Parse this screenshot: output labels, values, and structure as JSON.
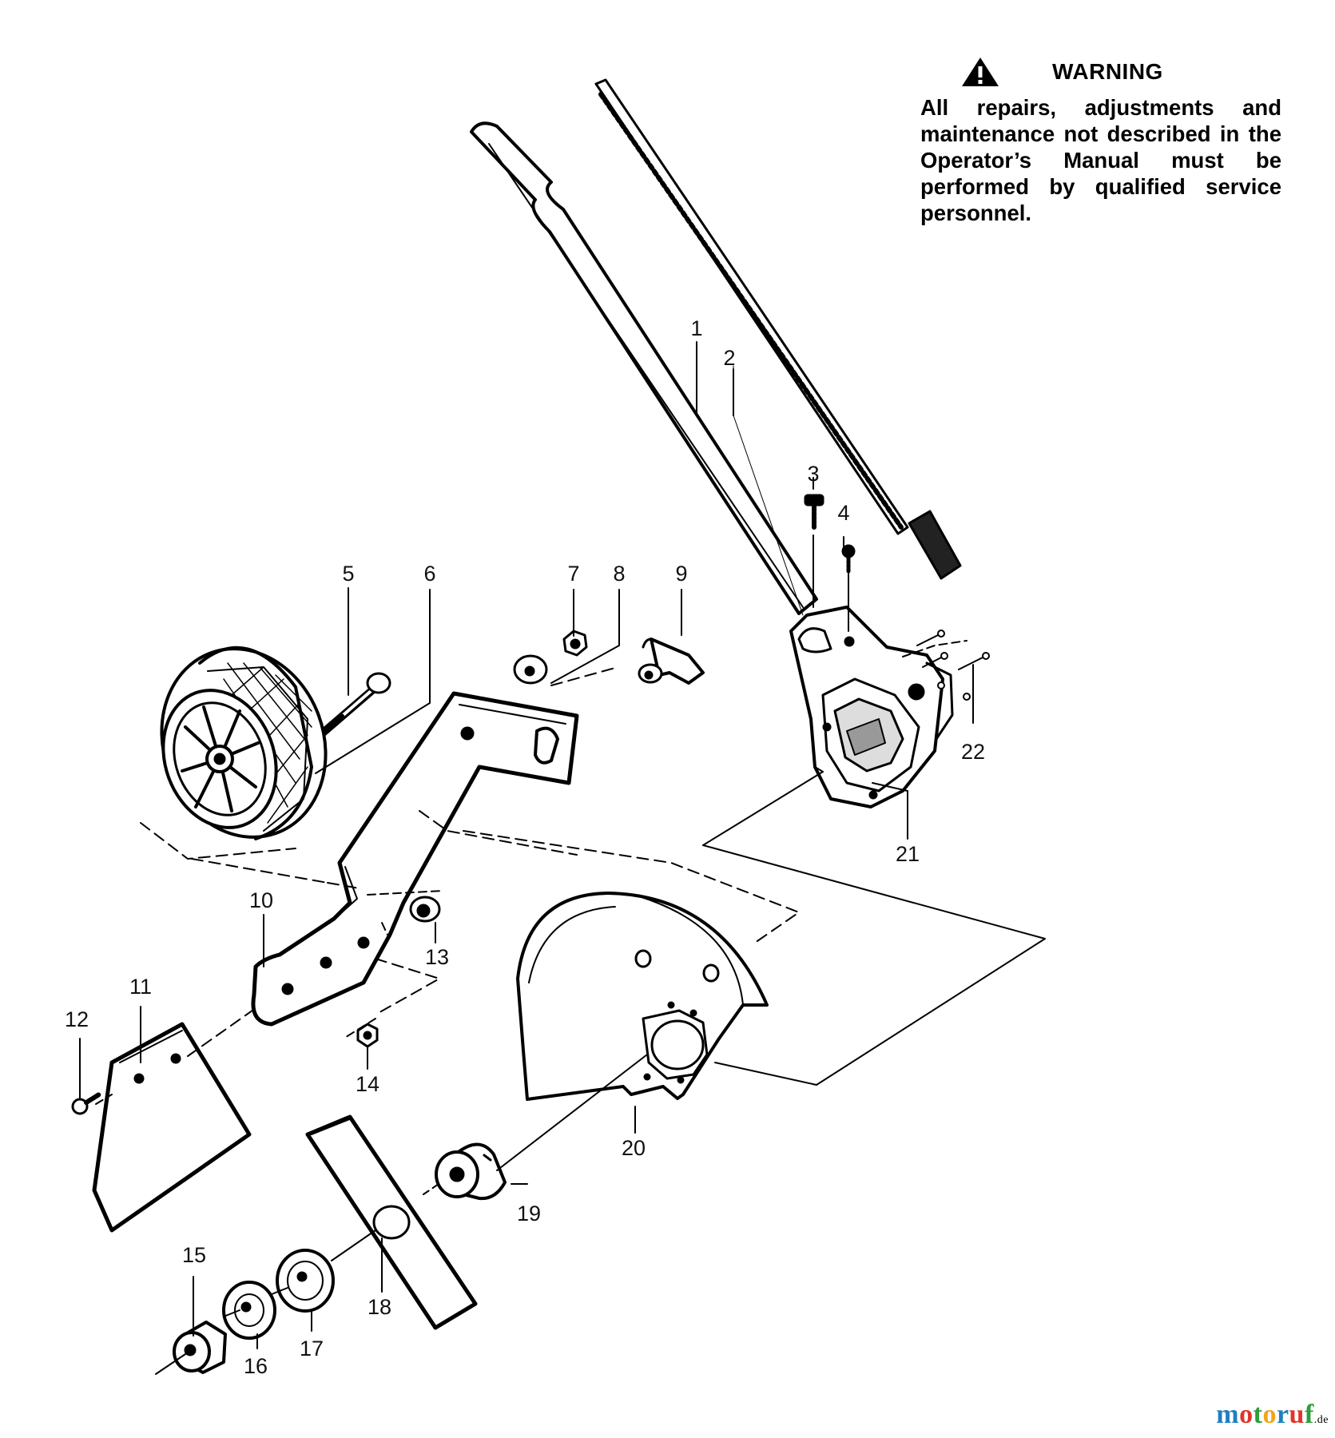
{
  "warning": {
    "title": "WARNING",
    "text": "All repairs, adjustments and maintenance not described in the Operator’s Manual must be performed by qualified  service personnel."
  },
  "callouts": [
    "1",
    "2",
    "3",
    "4",
    "5",
    "6",
    "7",
    "8",
    "9",
    "10",
    "11",
    "12",
    "13",
    "14",
    "15",
    "16",
    "17",
    "18",
    "19",
    "20",
    "21",
    "22"
  ],
  "watermark": {
    "letters": [
      "m",
      "o",
      "t",
      "o",
      "r",
      "u",
      "f"
    ],
    "colors": [
      "#1f7fc0",
      "#e0342a",
      "#2e9d3a",
      "#f2a41a",
      "#1f7fc0",
      "#e0342a",
      "#2e9d3a"
    ],
    "suffix": ".de"
  },
  "icons": {
    "warning": "warning-triangle-icon"
  }
}
